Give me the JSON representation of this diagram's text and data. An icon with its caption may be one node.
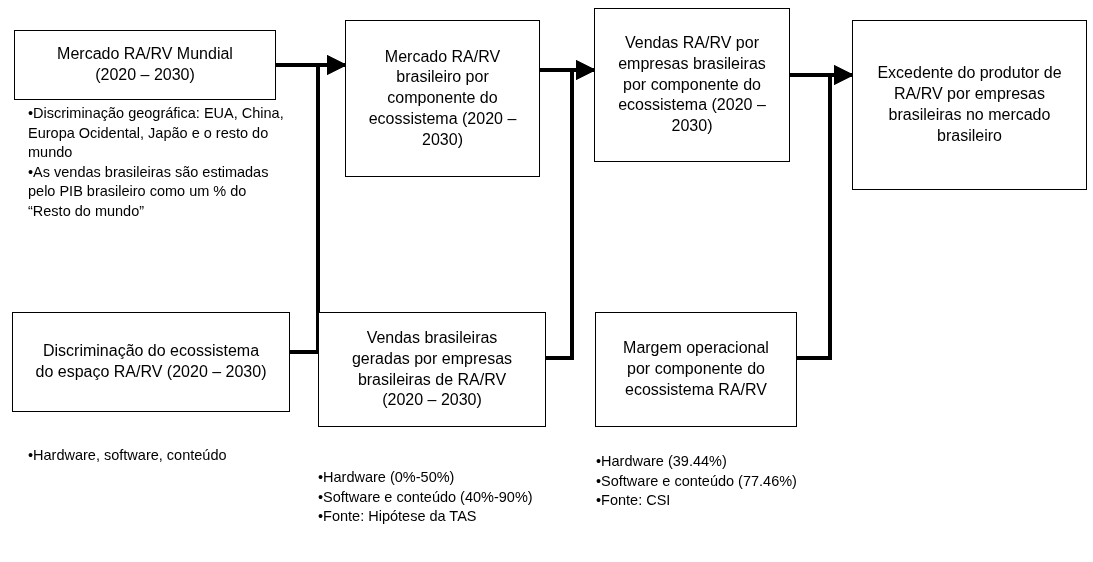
{
  "diagram": {
    "nodes": [
      {
        "text": [
          "Mercado RA/RV Mundial (2020 – 2030)"
        ],
        "beside": [
          "•Discriminação geográfica: EUA, China, Europa Ocidental, Japão e o resto do mundo",
          "•As vendas brasileiras são estimadas pelo PIB brasileiro como um % do “Resto do mundo”"
        ]
      },
      {
        "text": [
          "Discriminação do ecossistema do espaço RA/RV (2020 – 2030)"
        ],
        "beside": [
          "•Hardware, software, conteúdo"
        ]
      },
      {
        "text": [
          "Mercado RA/RV brasileiro por componente do ecossistema (2020 – 2030)"
        ]
      },
      {
        "text": [
          "Vendas brasileiras geradas por empresas brasileiras de RA/RV (2020 – 2030)"
        ],
        "beside": [
          "•Hardware (0%-50%)",
          "•Software e conteúdo (40%-90%)",
          "•Fonte: Hipótese da TAS"
        ]
      },
      {
        "text": [
          "Vendas RA/RV por empresas brasileiras por componente do ecossistema (2020 – 2030)"
        ]
      },
      {
        "text": [
          "Margem operacional por componente do ecossistema RA/RV"
        ],
        "beside": [
          "•Hardware (39.44%)",
          "•Software e conteúdo (77.46%)",
          "•Fonte: CSI"
        ]
      },
      {
        "text": [
          "Excedente do produtor de RA/RV por empresas brasileiras no mercado brasileiro"
        ]
      }
    ],
    "edges": [
      {
        "from": 0,
        "to": 2,
        "arrow": "to"
      },
      {
        "from": 1,
        "to": 2,
        "arrow": "to"
      },
      {
        "from": 2,
        "to": 4,
        "arrow": "to"
      },
      {
        "from": 3,
        "to": 4,
        "arrow": "to"
      },
      {
        "from": 4,
        "to": 6,
        "arrow": "to"
      },
      {
        "from": 5,
        "to": 6,
        "arrow": "to"
      }
    ]
  }
}
